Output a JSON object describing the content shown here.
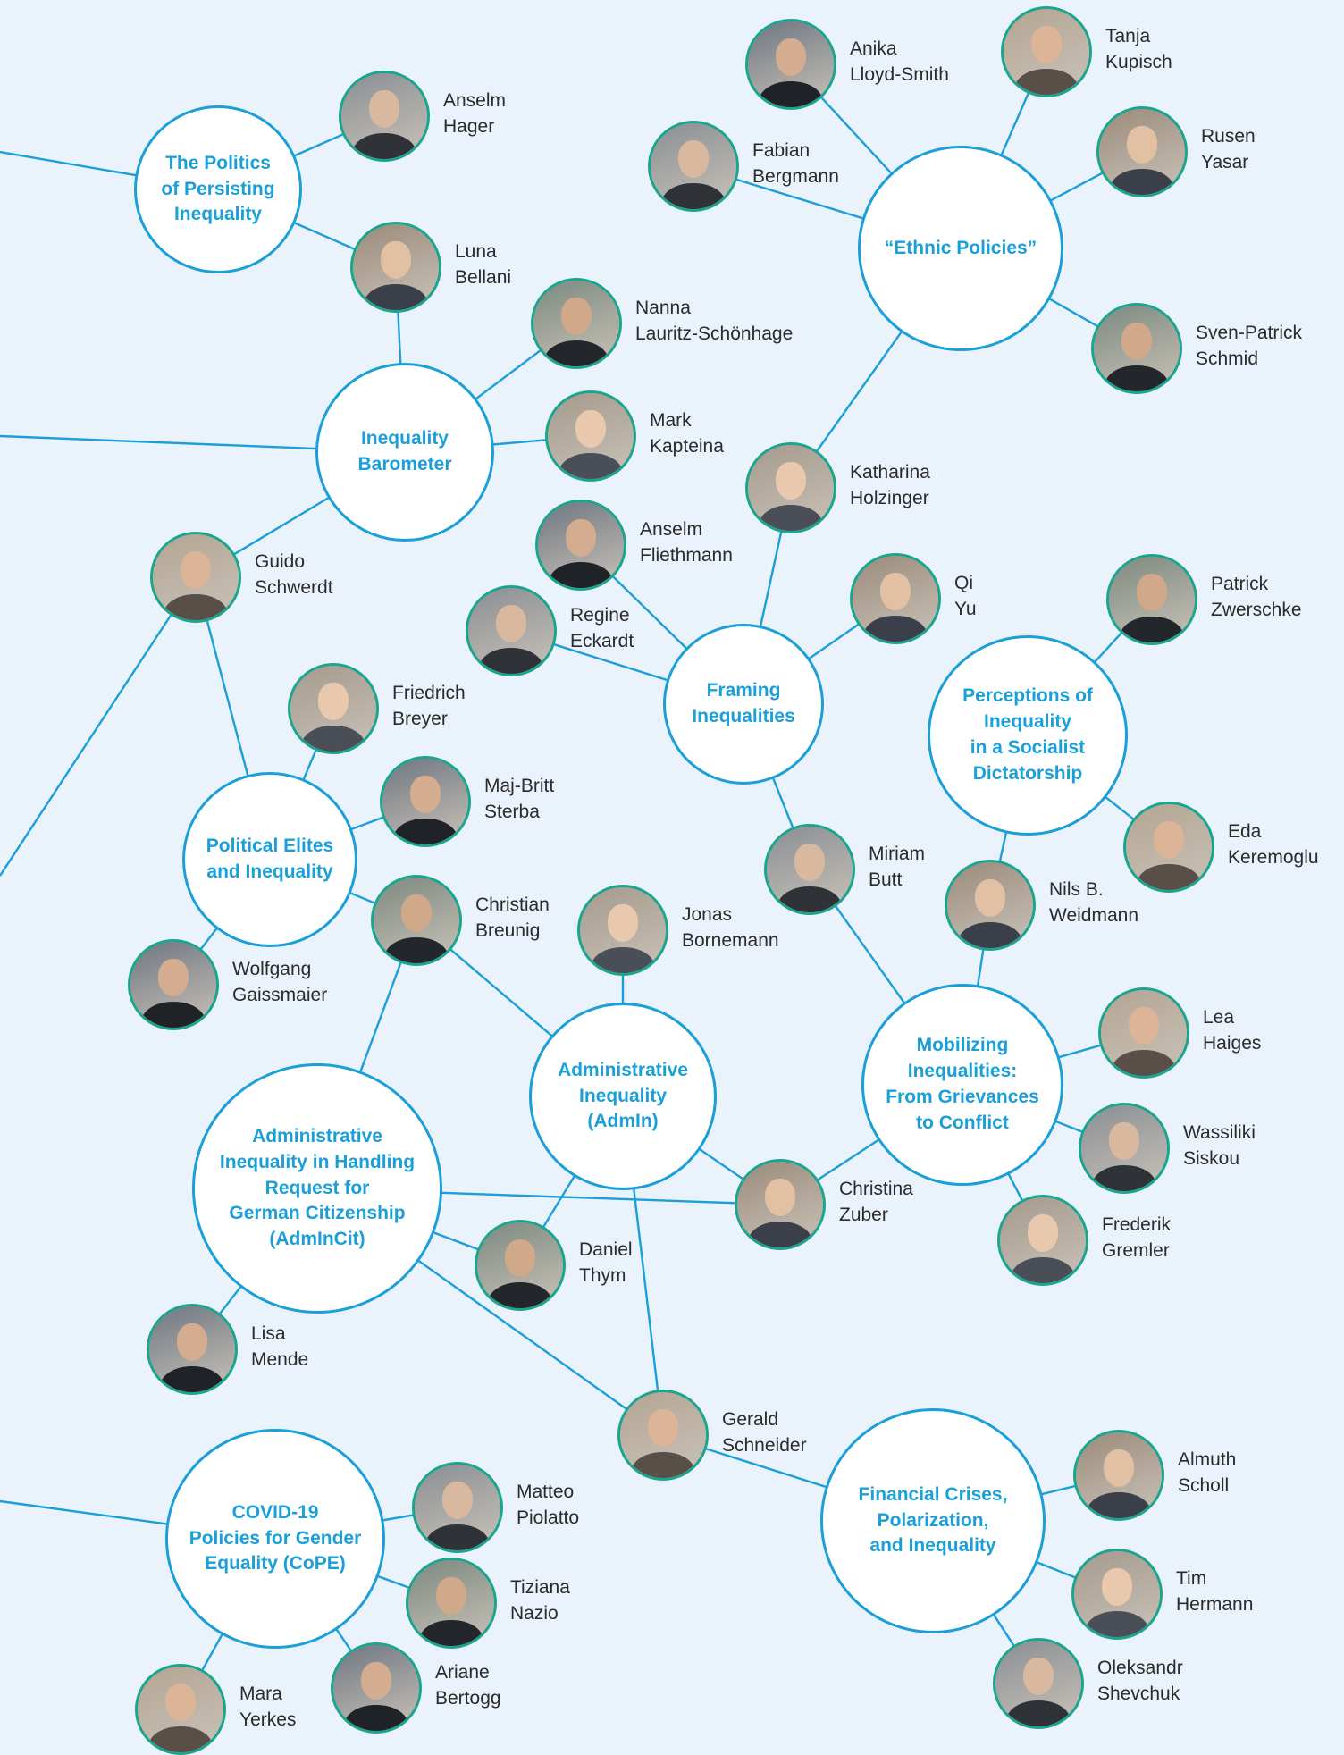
{
  "colors": {
    "background": "#eaf2fb",
    "accent": "#1a9fd9",
    "photo_ring": "#1aa58e",
    "name_text": "#2b2b2b"
  },
  "projects": {
    "politics": "The Politics\nof Persisting\nInequality",
    "barometer": "Inequality\nBarometer",
    "ethnic": "“Ethnic Policies”",
    "elites": "Political Elites\nand Inequality",
    "framing": "Framing\nInequalities",
    "perceptions": "Perceptions of\nInequality\nin a Socialist\nDictatorship",
    "admin": "Administrative\nInequality\n(AdmIn)",
    "admincit": "Administrative\nInequality in Handling\nRequest for\nGerman Citizenship\n(AdmInCit)",
    "mobilizing": "Mobilizing\nInequalities:\nFrom Grievances\nto Conflict",
    "cope": "COVID-19\nPolicies for Gender\nEquality (CoPE)",
    "financial": "Financial Crises,\nPolarization,\nand Inequality"
  },
  "people": {
    "hager": "Anselm\nHager",
    "bellani": "Luna\nBellani",
    "lauritz": "Nanna\nLauritz-Schönhage",
    "kapteina": "Mark\nKapteina",
    "lloyd": "Anika\nLloyd-Smith",
    "kupisch": "Tanja\nKupisch",
    "bergmann": "Fabian\nBergmann",
    "yasar": "Rusen\nYasar",
    "schmid": "Sven-Patrick\nSchmid",
    "holzinger": "Katharina\nHolzinger",
    "fliethmann": "Anselm\nFliethmann",
    "schwerdt": "Guido\nSchwerdt",
    "eckardt": "Regine\nEckardt",
    "yu": "Qi\nYu",
    "zwerschke": "Patrick\nZwerschke",
    "breyer": "Friedrich\nBreyer",
    "sterba": "Maj-Britt\nSterba",
    "keremoglu": "Eda\nKeremoglu",
    "butt": "Miriam\nButt",
    "weidmann": "Nils B.\nWeidmann",
    "breunig": "Christian\nBreunig",
    "bornemann": "Jonas\nBornemann",
    "gaissmaier": "Wolfgang\nGaissmaier",
    "haiges": "Lea\nHaiges",
    "siskou": "Wassiliki\nSiskou",
    "zuber": "Christina\nZuber",
    "thym": "Daniel\nThym",
    "gremler": "Frederik\nGremler",
    "mende": "Lisa\nMende",
    "schneider": "Gerald\nSchneider",
    "piolatto": "Matteo\nPiolatto",
    "scholl": "Almuth\nScholl",
    "nazio": "Tiziana\nNazio",
    "hermann": "Tim\nHermann",
    "bertogg": "Ariane\nBertogg",
    "yerkes": "Mara\nYerkes",
    "shevchuk": "Oleksandr\nShevchuk"
  }
}
